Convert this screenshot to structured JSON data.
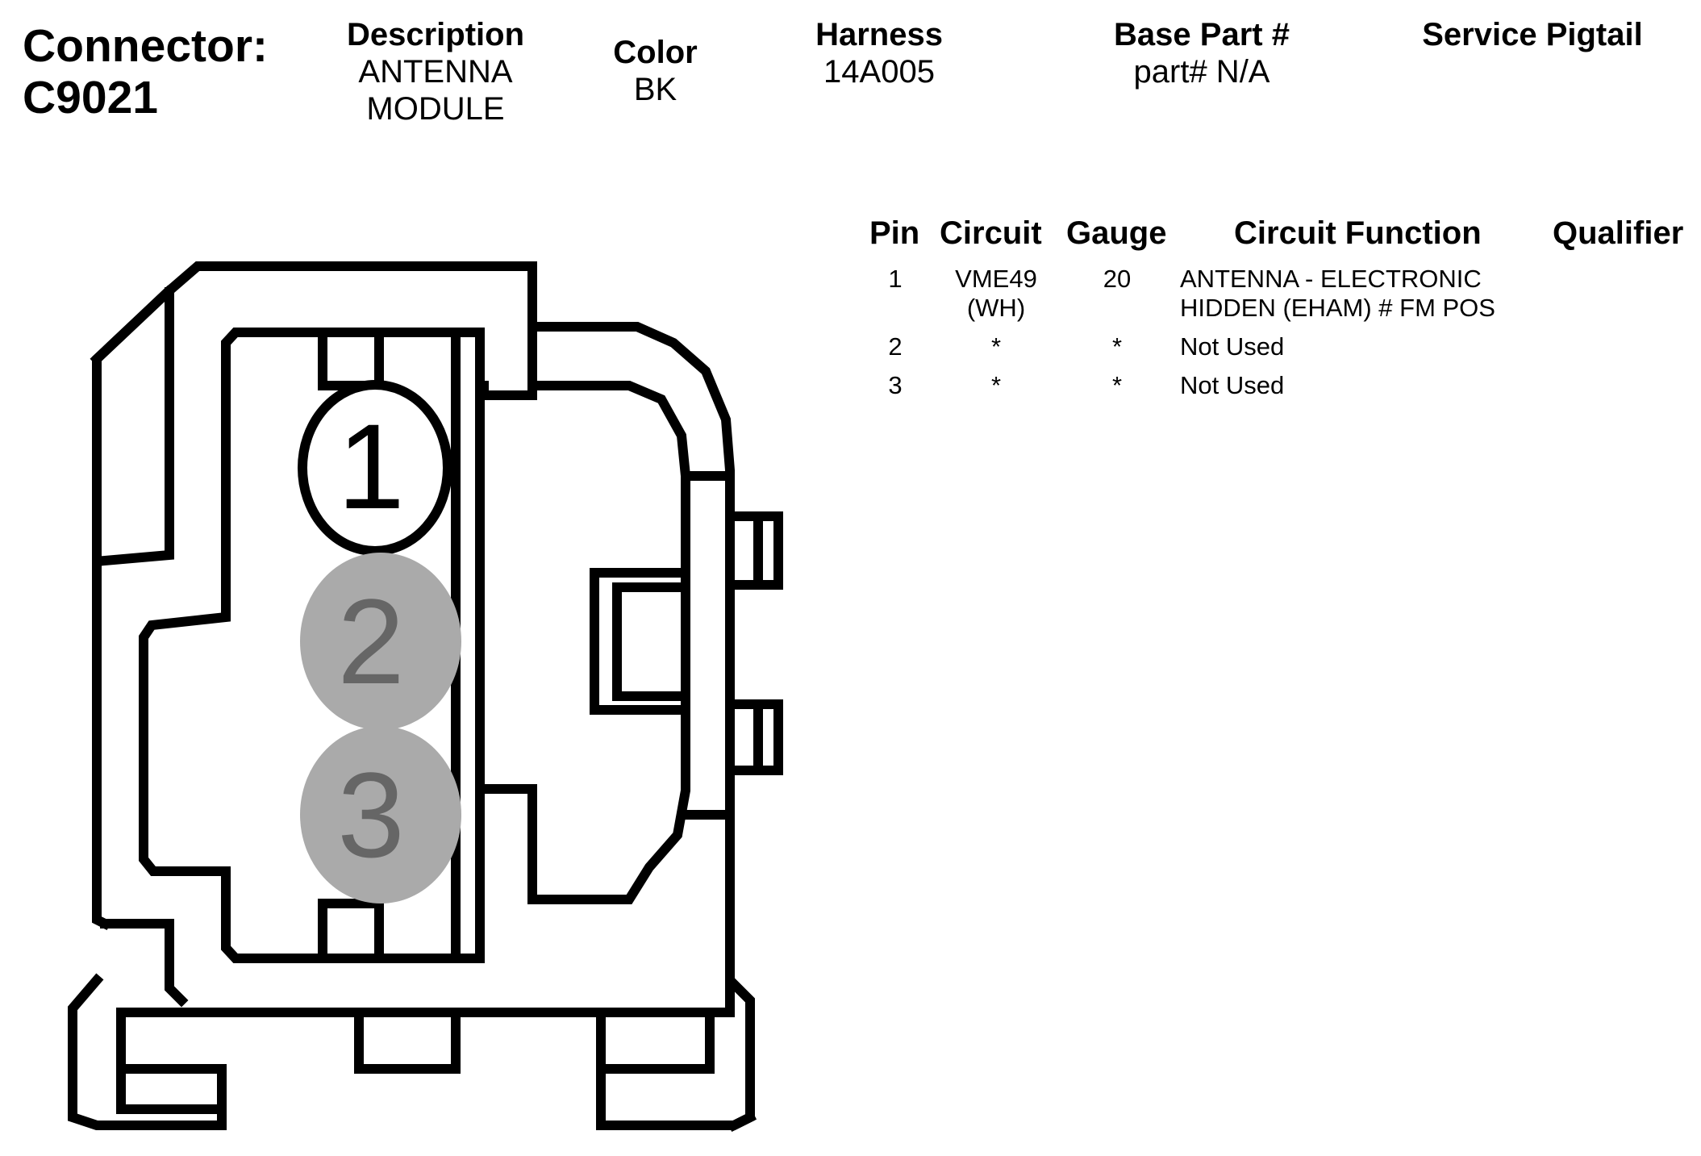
{
  "connector": {
    "label": "Connector:",
    "id": "C9021"
  },
  "header": {
    "description": {
      "label": "Description",
      "value": "ANTENNA\nMODULE"
    },
    "color": {
      "label": "Color",
      "value": "BK"
    },
    "harness": {
      "label": "Harness",
      "value": "14A005"
    },
    "base_part": {
      "label": "Base Part #",
      "value": "part# N/A"
    },
    "service_pigtail": {
      "label": "Service Pigtail",
      "value": ""
    }
  },
  "pin_table": {
    "headers": {
      "pin": "Pin",
      "circuit": "Circuit",
      "gauge": "Gauge",
      "function": "Circuit Function",
      "qualifier": "Qualifier"
    },
    "rows": [
      {
        "pin": "1",
        "circuit": "VME49\n(WH)",
        "gauge": "20",
        "function": "ANTENNA - ELECTRONIC\nHIDDEN (EHAM) # FM POS",
        "qualifier": ""
      },
      {
        "pin": "2",
        "circuit": "*",
        "gauge": "*",
        "function": "Not Used",
        "qualifier": ""
      },
      {
        "pin": "3",
        "circuit": "*",
        "gauge": "*",
        "function": "Not Used",
        "qualifier": ""
      }
    ]
  },
  "cavities": [
    {
      "number": "1",
      "used": true
    },
    {
      "number": "2",
      "used": false
    },
    {
      "number": "3",
      "used": false
    }
  ],
  "colors": {
    "used_cavity_fill": "#ffffff",
    "unused_cavity_fill": "#aaaaaa",
    "unused_cavity_text": "#666666",
    "outline": "#000000"
  }
}
